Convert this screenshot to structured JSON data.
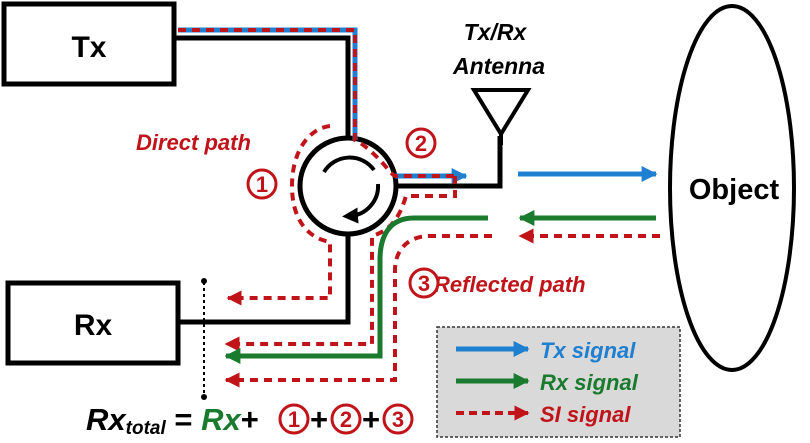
{
  "blocks": {
    "tx": "Tx",
    "rx": "Rx",
    "object": "Object"
  },
  "antenna": {
    "line1": "Tx/Rx",
    "line2": "Antenna"
  },
  "paths": {
    "direct": "Direct path",
    "reflected": "Reflected path",
    "num1": "1",
    "num2": "2",
    "num3": "3"
  },
  "legend": {
    "tx": "Tx signal",
    "rx": "Rx signal",
    "si": "SI signal"
  },
  "equation": {
    "rx_main": "Rx",
    "rx_sub": "total",
    "equals": " = ",
    "rx_term": "Rx",
    "plus": "+",
    "n1": "1",
    "n2": "2",
    "n3": "3"
  },
  "colors": {
    "tx_signal": "#1f7fd0",
    "rx_signal": "#1a7a2e",
    "si_signal": "#c0141a",
    "wire": "#000000",
    "legend_bg": "#d9d9d9"
  }
}
